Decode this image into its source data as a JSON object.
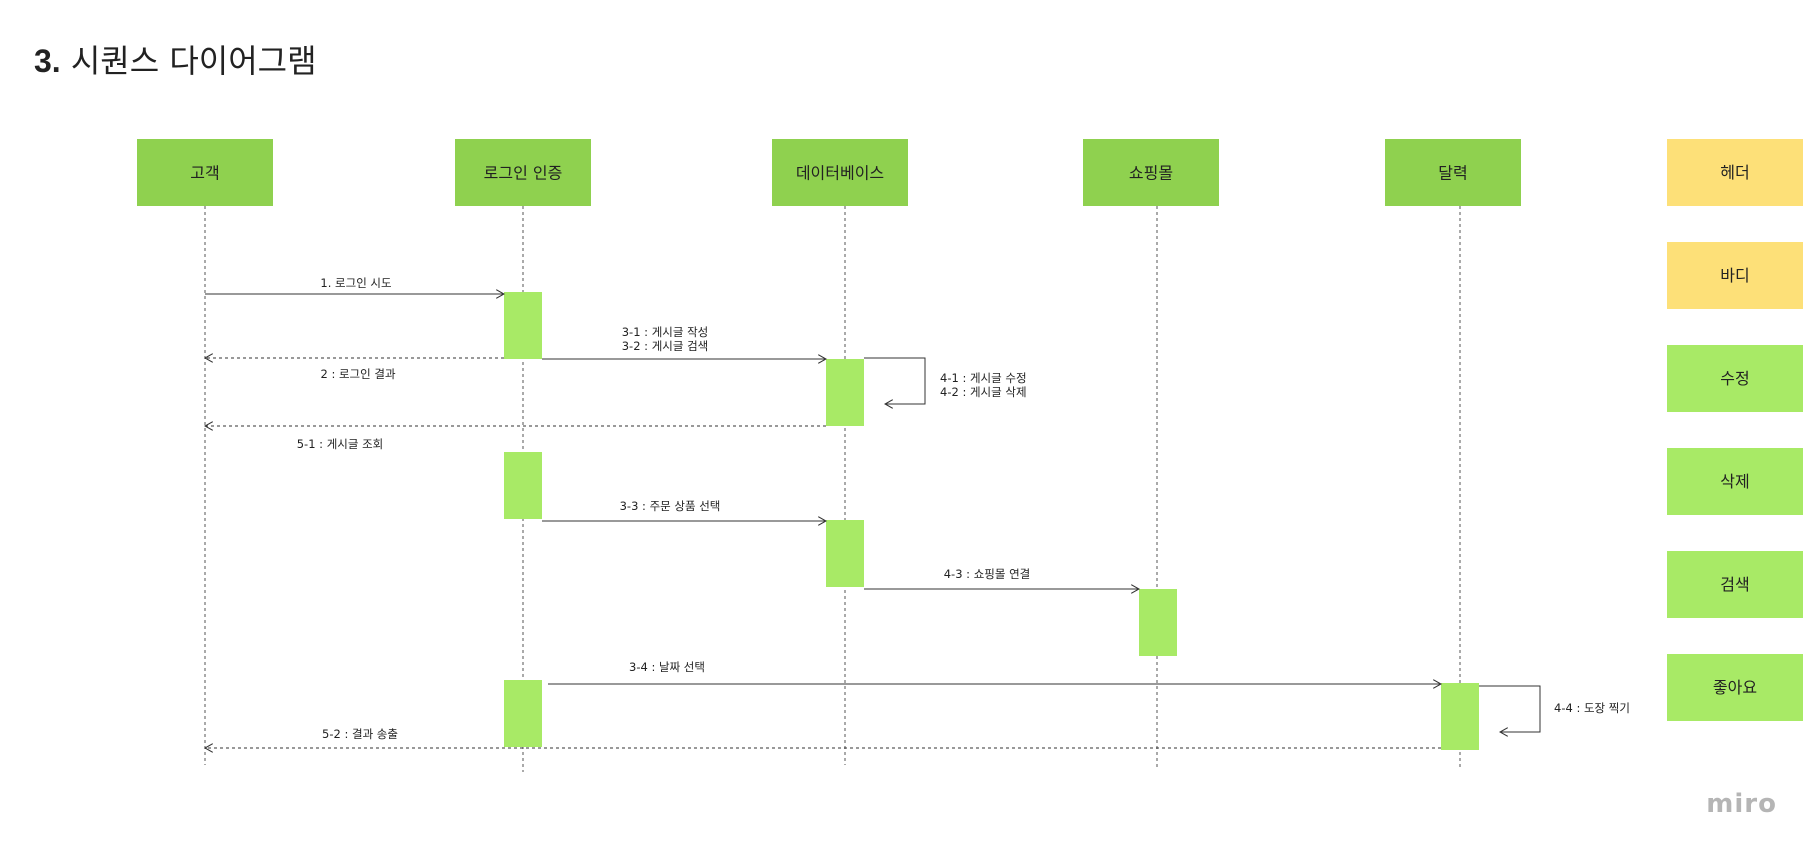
{
  "title": {
    "number": "3.",
    "text": "시퀀스 다이어그램"
  },
  "colors": {
    "actor": "#8fd14f",
    "activation": "#a8ea66",
    "legend_yellow": "#fde078",
    "legend_green": "#a8ea66",
    "line": "#333333",
    "lifeline": "#555555"
  },
  "actors": [
    {
      "id": "customer",
      "label": "고객"
    },
    {
      "id": "login",
      "label": "로그인 인증"
    },
    {
      "id": "database",
      "label": "데이터베이스"
    },
    {
      "id": "mall",
      "label": "쇼핑몰"
    },
    {
      "id": "calendar",
      "label": "달력"
    }
  ],
  "messages": [
    {
      "id": "m1",
      "from": "customer",
      "to": "login",
      "style": "solid",
      "lines": [
        "1. 로그인 시도"
      ]
    },
    {
      "id": "m2",
      "from": "login",
      "to": "customer",
      "style": "dashed",
      "lines": [
        "2 : 로그인 결과"
      ]
    },
    {
      "id": "m3",
      "from": "login",
      "to": "database",
      "style": "solid",
      "lines": [
        "3-1 : 게시글 작성",
        "3-2 : 게시글 검색"
      ]
    },
    {
      "id": "m4",
      "from": "database",
      "to": "database",
      "style": "self",
      "lines": [
        "4-1 : 게시글 수정",
        "4-2 : 게시글 삭제"
      ]
    },
    {
      "id": "m5",
      "from": "database",
      "to": "customer",
      "style": "dashed",
      "lines": [
        "5-1 : 게시글 조회"
      ]
    },
    {
      "id": "m6",
      "from": "login",
      "to": "database",
      "style": "solid",
      "lines": [
        "3-3 : 주문 상품 선택"
      ]
    },
    {
      "id": "m7",
      "from": "database",
      "to": "mall",
      "style": "solid",
      "lines": [
        "4-3 : 쇼핑몰 연결"
      ]
    },
    {
      "id": "m8",
      "from": "login",
      "to": "calendar",
      "style": "solid",
      "lines": [
        "3-4 : 날짜 선택"
      ]
    },
    {
      "id": "m9",
      "from": "calendar",
      "to": "calendar",
      "style": "self",
      "lines": [
        "4-4 : 도장 찍기"
      ]
    },
    {
      "id": "m10",
      "from": "calendar",
      "to": "customer",
      "style": "dashed",
      "lines": [
        "5-2 : 결과 송출"
      ]
    }
  ],
  "legend": [
    {
      "label": "헤더",
      "color": "yellow"
    },
    {
      "label": "바디",
      "color": "yellow"
    },
    {
      "label": "수정",
      "color": "green"
    },
    {
      "label": "삭제",
      "color": "green"
    },
    {
      "label": "검색",
      "color": "green"
    },
    {
      "label": "좋아요",
      "color": "green"
    }
  ],
  "watermark": "miro"
}
